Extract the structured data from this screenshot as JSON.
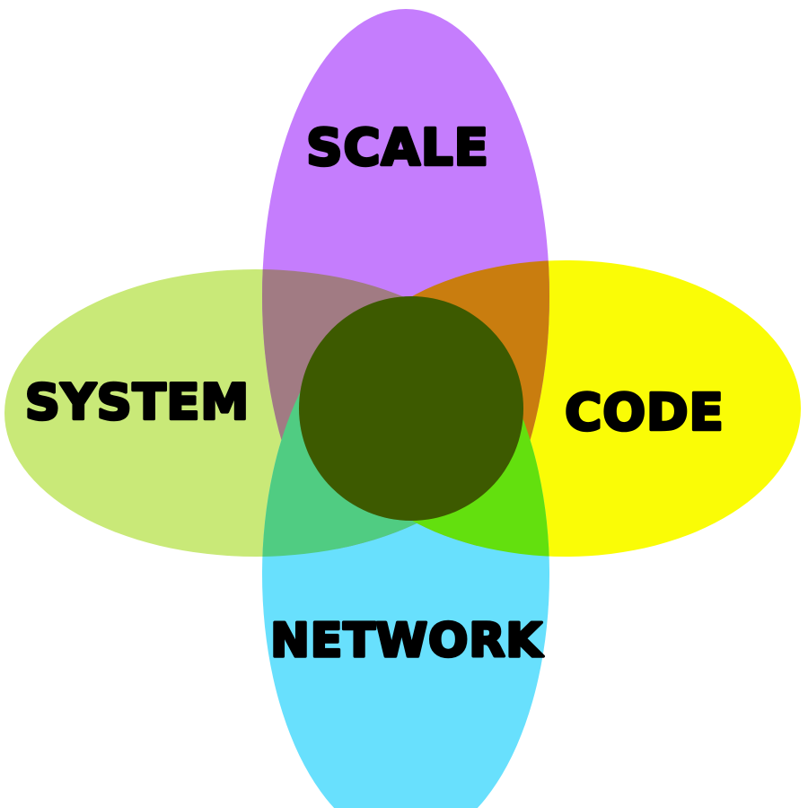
{
  "diagram": {
    "circles": [
      {
        "id": "scale",
        "label": "SCALE",
        "color": "#c57dfd"
      },
      {
        "id": "system",
        "label": "SYSTEM",
        "color": "#c9e978"
      },
      {
        "id": "code",
        "label": "CODE",
        "color": "#fafc06"
      },
      {
        "id": "network",
        "label": "NETWORK",
        "color": "#68e0fd"
      }
    ],
    "overlaps": {
      "scale_system": "#a17b83",
      "scale_code": "#c97d0f",
      "system_network": "#50cc82",
      "code_network": "#63e00e",
      "center": "#3d5a00"
    }
  }
}
